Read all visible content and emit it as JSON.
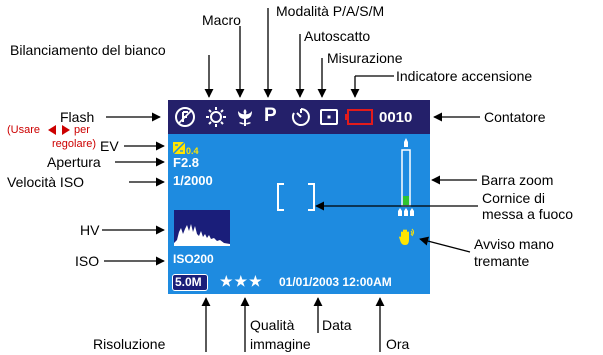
{
  "labels": {
    "macro": "Macro",
    "mode": "Modalità P/A/S/M",
    "selftimer": "Autoscatto",
    "wb": "Bilanciamento del bianco",
    "metering": "Misurazione",
    "power": "Indicatore accensione",
    "flash": "Flash",
    "counter": "Contatore",
    "ev_hint_1": "(Usare",
    "ev_hint_2": "per",
    "ev_hint_3": "regolare)",
    "ev": "EV",
    "aperture": "Apertura",
    "iso_speed": "Velocità ISO",
    "zoom": "Barra zoom",
    "focus_1": "Cornice di",
    "focus_2": "messa a fuoco",
    "hv": "HV",
    "iso": "ISO",
    "shake_1": "Avviso mano",
    "shake_2": "tremante",
    "quality_1": "Qualità",
    "quality_2": "immagine",
    "date": "Data",
    "resolution": "Risoluzione",
    "time": "Ora"
  },
  "screen": {
    "counter": "0010",
    "ev_value": "0.4",
    "aperture": "F2.8",
    "shutter": "1/2000",
    "iso": "ISO200",
    "resolution": "5.0M",
    "stars": "★★★",
    "datetime": "01/01/2003 12:00AM",
    "mode_letter": "P"
  },
  "colors": {
    "lcd_bg": "#1e8be0",
    "top_bar": "#24206a",
    "battery": "#e31b1b",
    "yellow": "#ffe500",
    "zoom_green": "#2fc52f",
    "hint_red": "#cc0000"
  }
}
